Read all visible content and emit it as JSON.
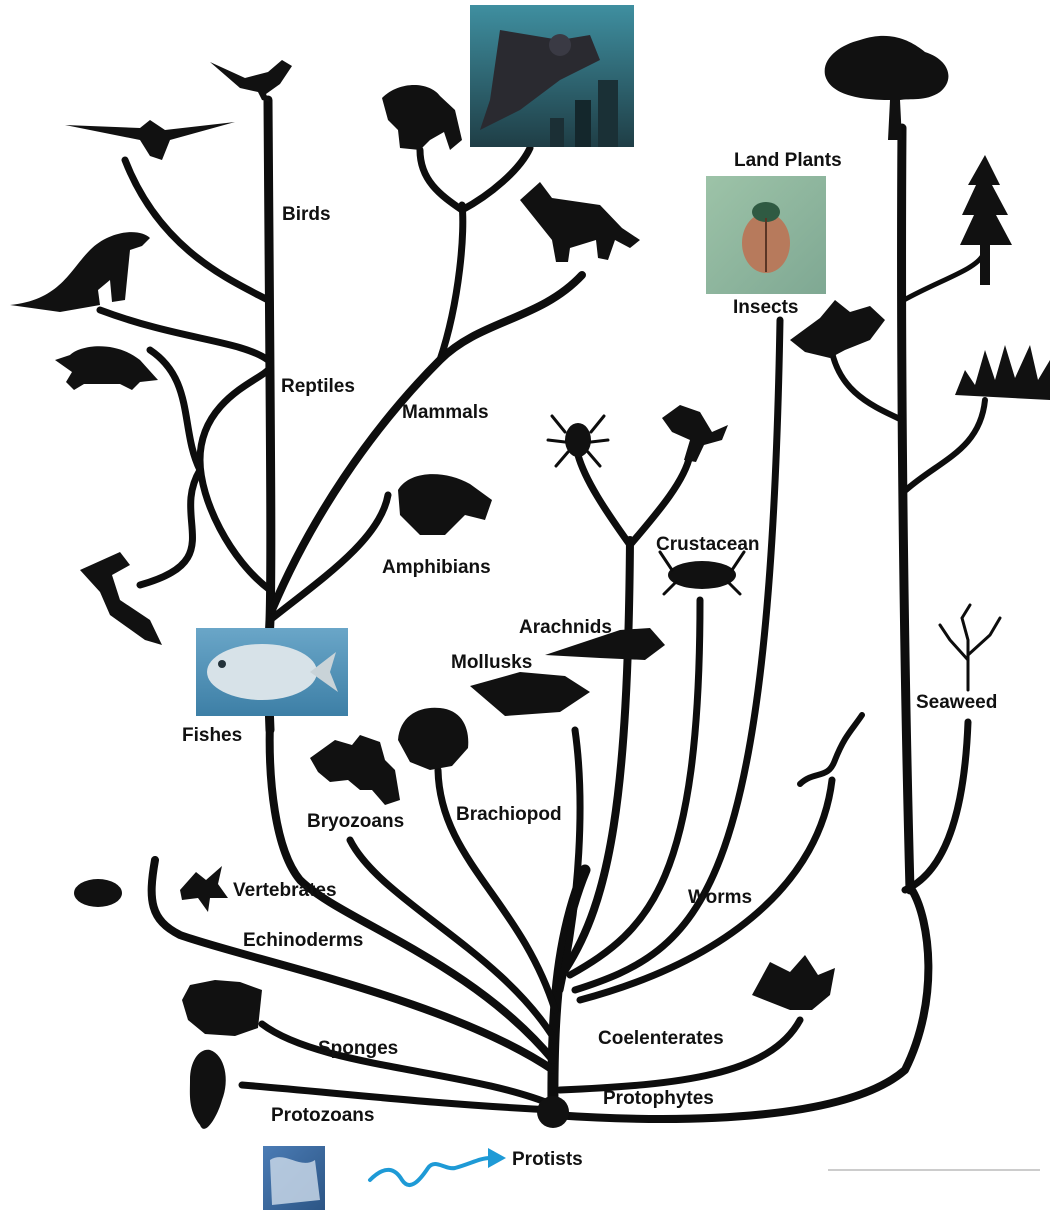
{
  "labels": {
    "birds": "Birds",
    "reptiles": "Reptiles",
    "mammals": "Mammals",
    "amphibians": "Amphibians",
    "fishes": "Fishes",
    "land_plants": "Land Plants",
    "insects": "Insects",
    "crustacean": "Crustacean",
    "arachnids": "Arachnids",
    "mollusks": "Mollusks",
    "brachiopod": "Brachiopod",
    "bryozoans": "Bryozoans",
    "vertebrates": "Vertebrates",
    "echinoderms": "Echinoderms",
    "worms": "Worms",
    "seaweed": "Seaweed",
    "sponges": "Sponges",
    "coelenterates": "Coelenterates",
    "protophytes": "Protophytes",
    "protozoans": "Protozoans",
    "protists": "Protists"
  },
  "colors": {
    "branch": "#0d0d0d",
    "arrow": "#1e9ad6",
    "background": "#ffffff"
  },
  "icons": {
    "arrow": "wavy-right-arrow-icon",
    "photos": [
      "catwoman-photo",
      "beetle-photo",
      "fish-photo",
      "microscope-photo"
    ]
  }
}
